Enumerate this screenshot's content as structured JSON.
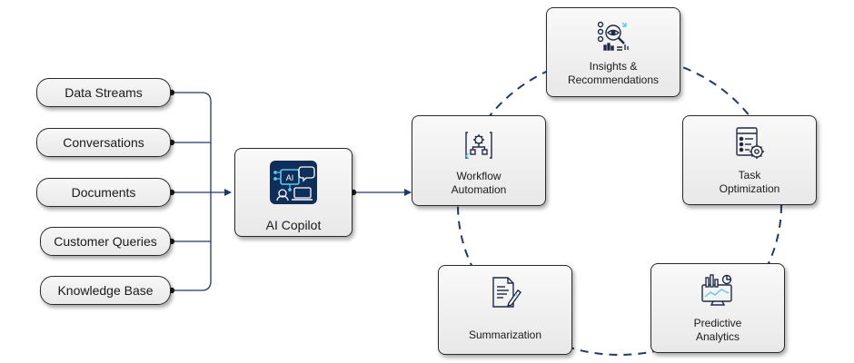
{
  "inputs": [
    {
      "label": "Data Streams"
    },
    {
      "label": "Conversations"
    },
    {
      "label": "Documents"
    },
    {
      "label": "Customer Queries"
    },
    {
      "label": "Knowledge Base"
    }
  ],
  "hub": {
    "label": "AI Copilot",
    "icon": "ai-chip-chat-icon",
    "icon_text": "AI"
  },
  "outputs": [
    {
      "id": "workflow",
      "lines": [
        "Workflow",
        "Automation"
      ],
      "icon": "workflow-gear-icon"
    },
    {
      "id": "insights",
      "lines": [
        "Insights &",
        "Recommendations"
      ],
      "icon": "eye-insight-icon"
    },
    {
      "id": "task",
      "lines": [
        "Task",
        "Optimization"
      ],
      "icon": "checklist-gear-icon"
    },
    {
      "id": "predictive",
      "lines": [
        "Predictive",
        "Analytics"
      ],
      "icon": "analytics-monitor-icon"
    },
    {
      "id": "summarization",
      "lines": [
        "Summarization"
      ],
      "icon": "document-pencil-icon"
    }
  ],
  "colors": {
    "connector": "#1f3a66",
    "hub_icon_bg": "#0f2f5a",
    "hub_icon_accent": "#5ec8f0",
    "icon_stroke": "#1f2a44"
  }
}
